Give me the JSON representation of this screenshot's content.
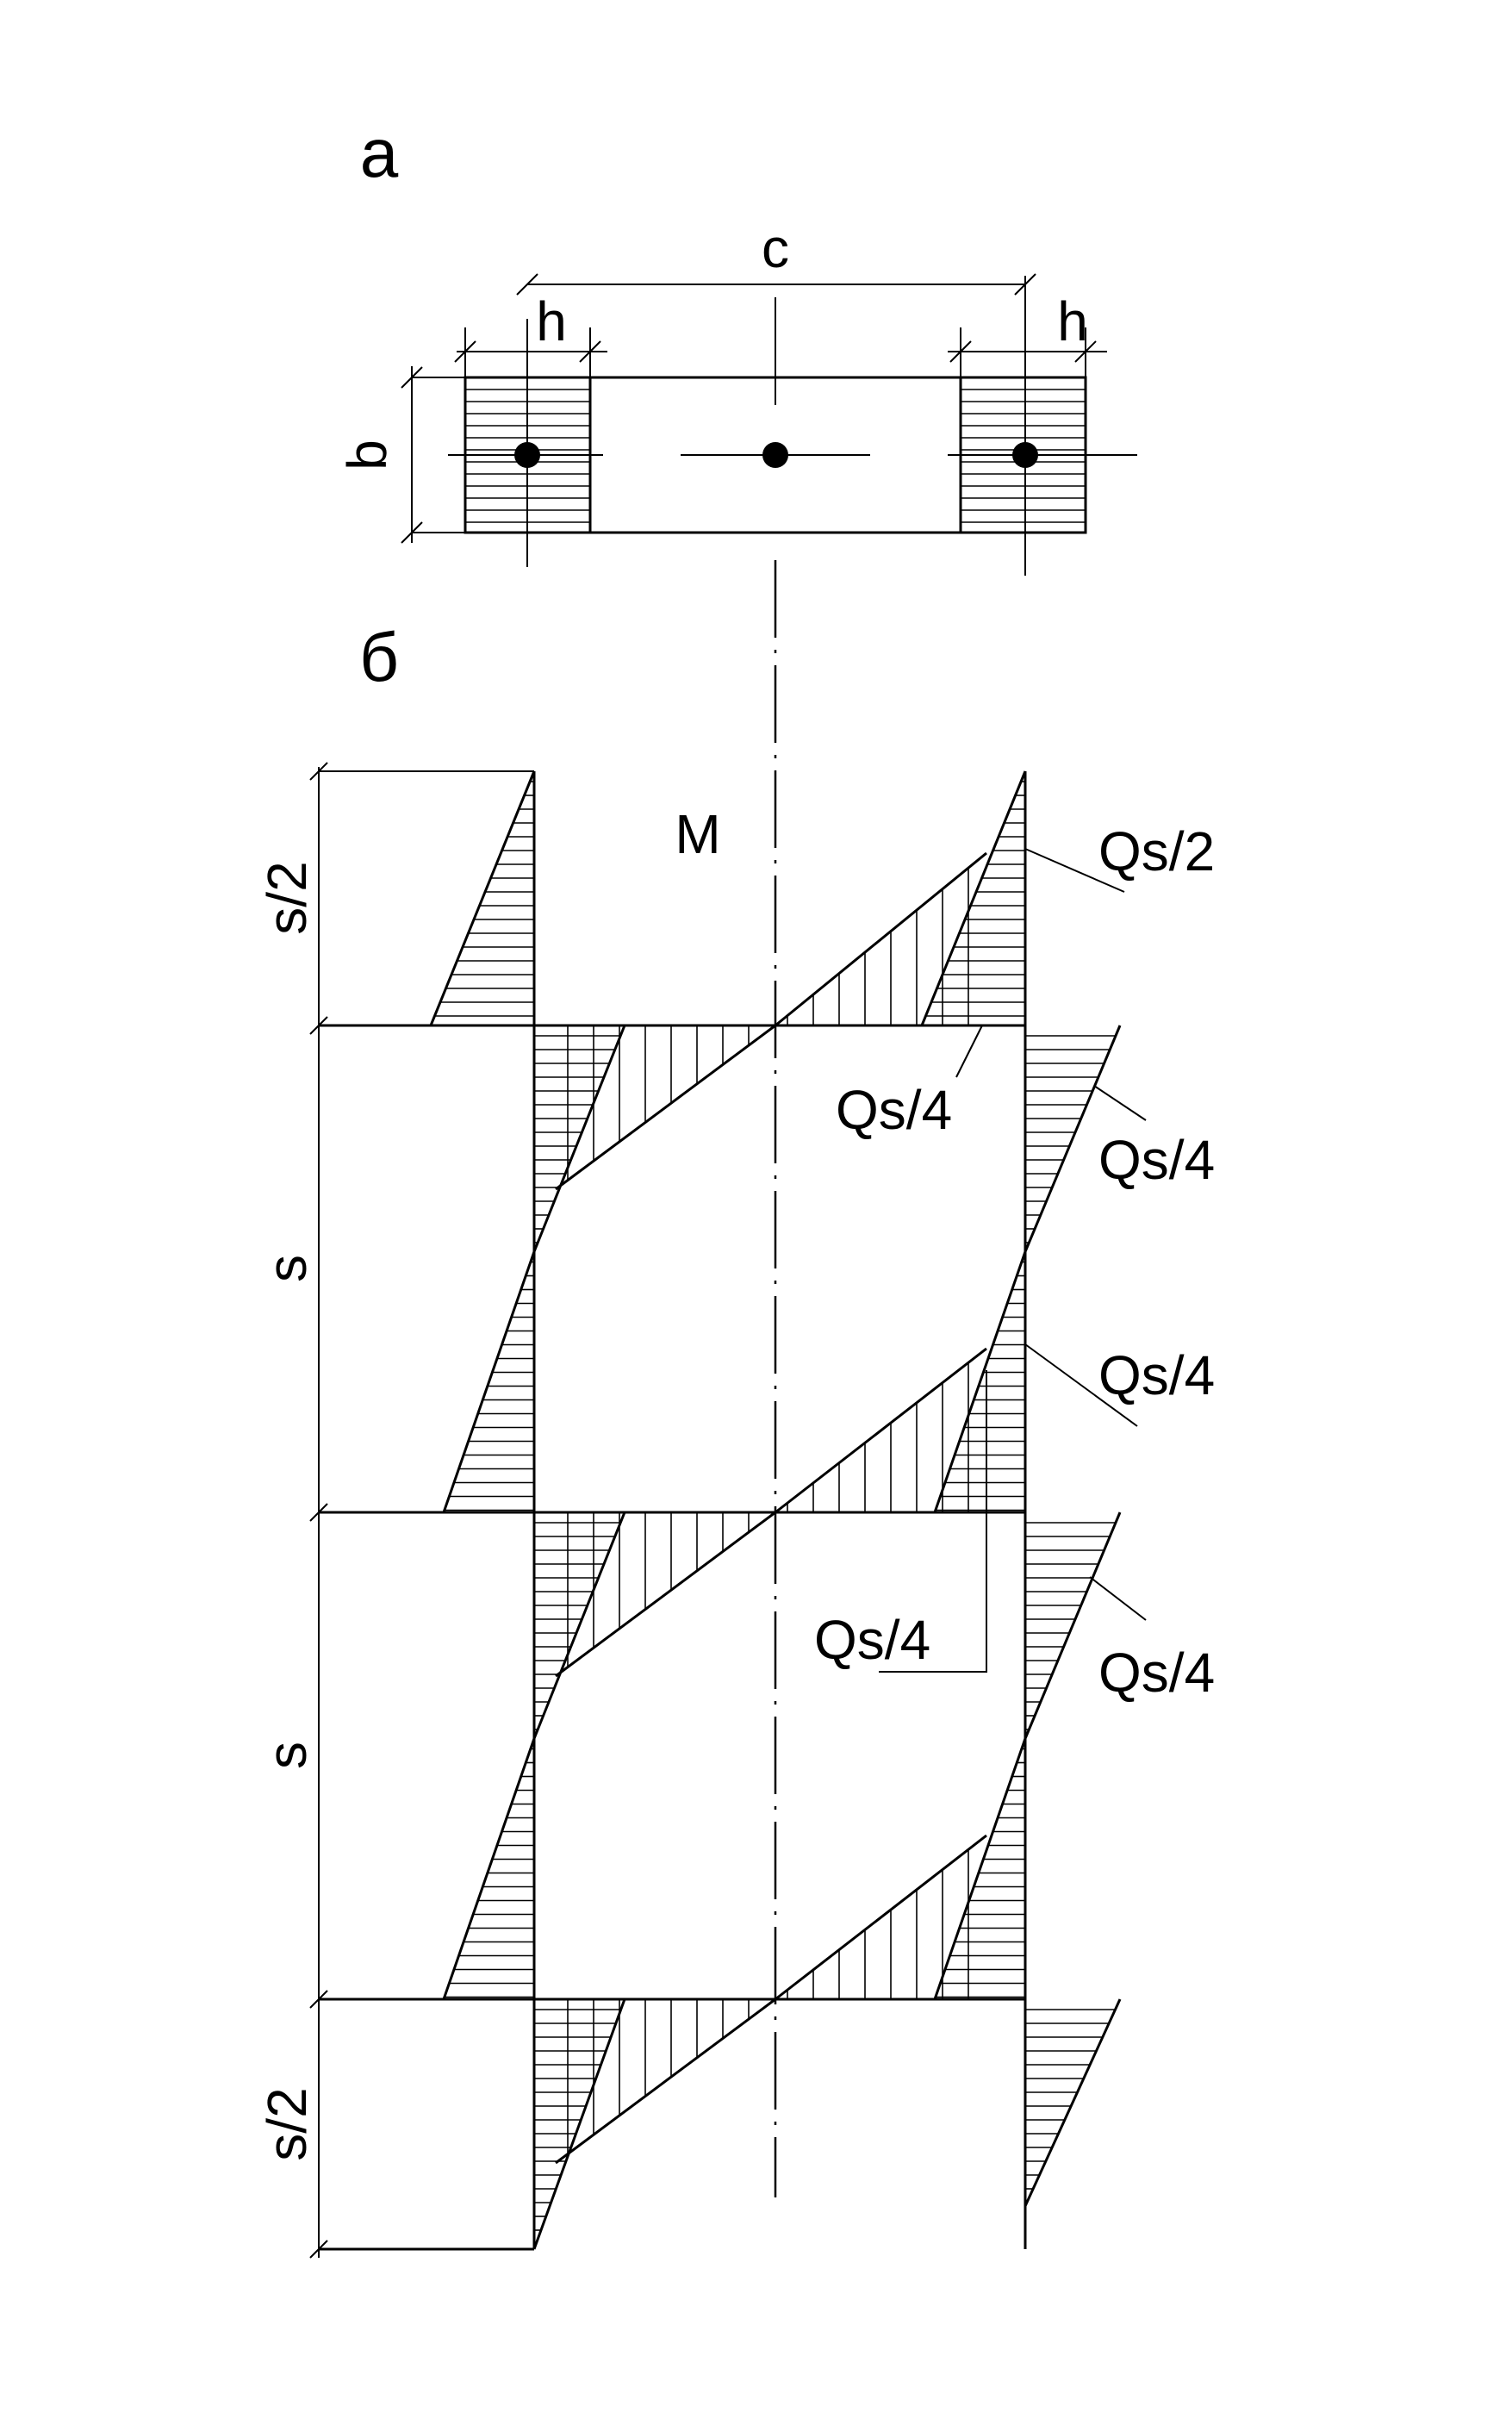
{
  "panel_a": {
    "label": "а",
    "dim_c": "c",
    "dim_h_left": "h",
    "dim_h_right": "h",
    "dim_b": "b"
  },
  "panel_b": {
    "label": "б",
    "moment_label": "M",
    "dims": {
      "s_half_top": "s/2",
      "s_1": "s",
      "s_2": "s",
      "s_half_bottom": "s/2"
    },
    "annotations": {
      "qs2": "Qs/2",
      "qs4_center_upper": "Qs/4",
      "qs4_right_1": "Qs/4",
      "qs4_right_2": "Qs/4",
      "qs4_center_lower": "Qs/4",
      "qs4_right_3": "Qs/4"
    }
  }
}
